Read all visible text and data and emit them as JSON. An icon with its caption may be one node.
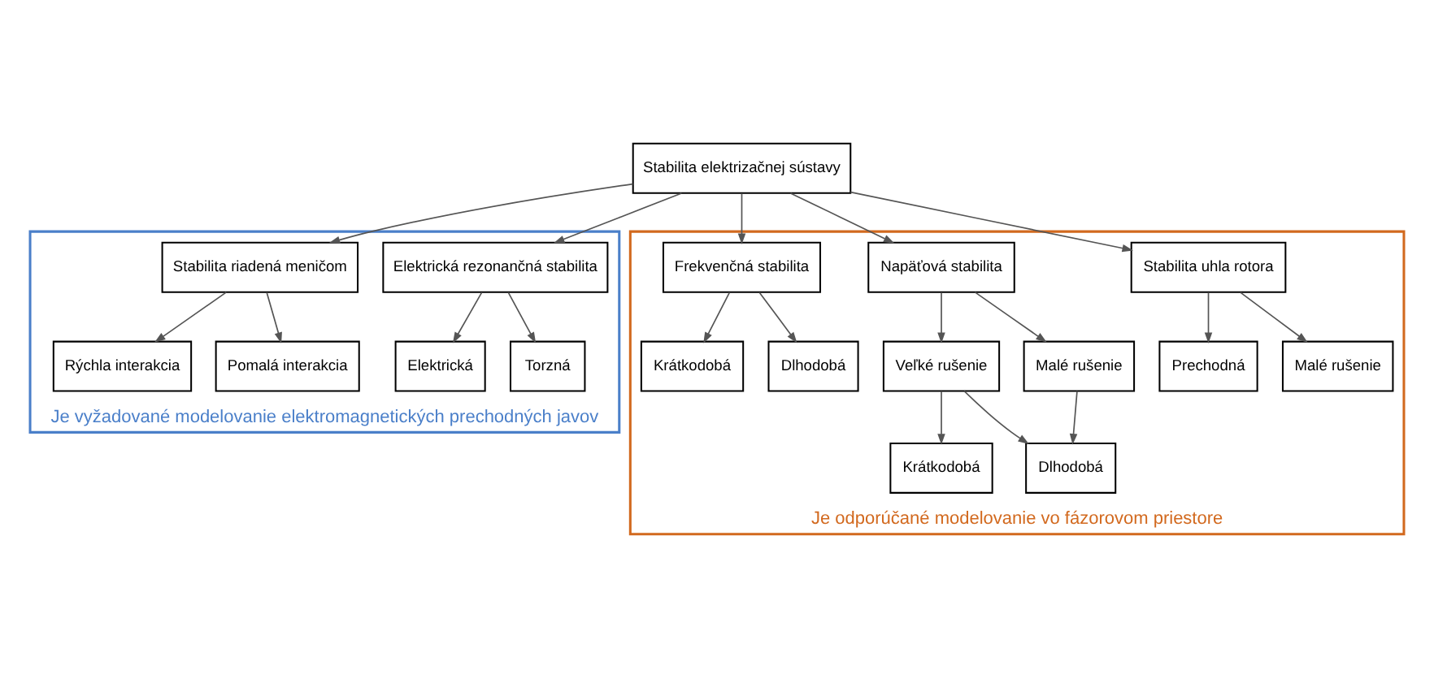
{
  "diagram": {
    "nodes": [
      {
        "text": [
          "Stabilita elektrizačnej sústavy"
        ]
      },
      {
        "text": [
          "Je vyžadované modelovanie elektromagnetických prechodných javov"
        ]
      },
      {
        "text": [
          "Elektrická rezonančná stabilita"
        ],
        "in": 1
      },
      {
        "text": [
          "Stabilita riadená meničom"
        ],
        "in": 1
      },
      {
        "text": [
          "Elektrická"
        ],
        "in": 1
      },
      {
        "text": [
          "Torzná"
        ],
        "in": 1
      },
      {
        "text": [
          "Rýchla interakcia"
        ],
        "in": 1
      },
      {
        "text": [
          "Pomalá interakcia"
        ],
        "in": 1
      },
      {
        "text": [
          "Je odporúčané modelovanie vo fázorovom priestore"
        ]
      },
      {
        "text": [
          "Stabilita uhla rotora"
        ],
        "in": 8
      },
      {
        "text": [
          "Napäťová stabilita"
        ],
        "in": 8
      },
      {
        "text": [
          "Frekvenčná stabilita"
        ],
        "in": 8
      },
      {
        "text": [
          "Prechodná"
        ],
        "in": 8
      },
      {
        "text": [
          "Malé rušenie"
        ],
        "in": 8
      },
      {
        "text": [
          "Veľké rušenie"
        ],
        "in": 8
      },
      {
        "text": [
          "Malé rušenie"
        ],
        "in": 8
      },
      {
        "text": [
          "Krátkodobá"
        ],
        "in": 8
      },
      {
        "text": [
          "Dlhodobá"
        ],
        "in": 8
      },
      {
        "text": [
          "Krátkodobá"
        ],
        "in": 8
      },
      {
        "text": [
          "Dlhodobá"
        ],
        "in": 8
      }
    ],
    "edges": [
      {
        "from": 0,
        "to": 2,
        "arrow": "to"
      },
      {
        "from": 0,
        "to": 3,
        "arrow": "to"
      },
      {
        "from": 0,
        "to": 9,
        "arrow": "to"
      },
      {
        "from": 0,
        "to": 10,
        "arrow": "to"
      },
      {
        "from": 0,
        "to": 11,
        "arrow": "to"
      },
      {
        "from": 2,
        "to": 4,
        "arrow": "to"
      },
      {
        "from": 2,
        "to": 5,
        "arrow": "to"
      },
      {
        "from": 3,
        "to": 6,
        "arrow": "to"
      },
      {
        "from": 3,
        "to": 7,
        "arrow": "to"
      },
      {
        "from": 9,
        "to": 12,
        "arrow": "to"
      },
      {
        "from": 9,
        "to": 13,
        "arrow": "to"
      },
      {
        "from": 10,
        "to": 14,
        "arrow": "to"
      },
      {
        "from": 10,
        "to": 15,
        "arrow": "to"
      },
      {
        "from": 14,
        "to": 16,
        "arrow": "to"
      },
      {
        "from": 14,
        "to": 17,
        "arrow": "to"
      },
      {
        "from": 15,
        "to": 17,
        "arrow": "to"
      },
      {
        "from": 11,
        "to": 18,
        "arrow": "to"
      },
      {
        "from": 11,
        "to": 19,
        "arrow": "to"
      }
    ]
  }
}
